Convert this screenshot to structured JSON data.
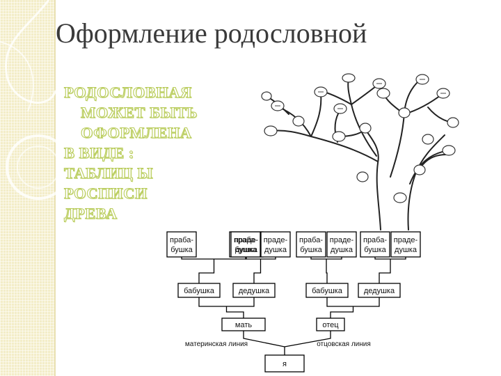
{
  "title": "Оформление родословной",
  "bullets": [
    "РОДОСЛОВНАЯ",
    "МОЖЕТ БЫТЬ",
    "ОФОРМЛЕНА",
    "В ВИДЕ :",
    "ТАБЛИЦ Ы",
    "РОСПИСИ",
    "ДРЕВА"
  ],
  "pedigree": {
    "great": [
      [
        "праба-",
        "бушка"
      ],
      [
        "праде-",
        "душка"
      ],
      [
        "праба-",
        "бушка"
      ],
      [
        "праде-",
        "душка"
      ],
      [
        "праба-",
        "бушка"
      ],
      [
        "праде-",
        "душка"
      ],
      [
        "праба-",
        "бушка"
      ],
      [
        "праде-",
        "душка"
      ]
    ],
    "grand": [
      "бабушка",
      "дедушка",
      "бабушка",
      "дедушка"
    ],
    "parents": [
      "мать",
      "отец"
    ],
    "self": "я",
    "maternal_line": "материнская линия",
    "paternal_line": "отцовская линия"
  }
}
